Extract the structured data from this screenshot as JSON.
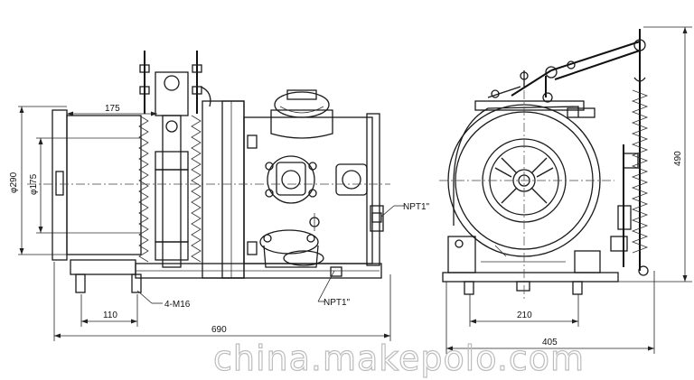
{
  "dimensions": {
    "d175_top": "175",
    "dia290": "φ290",
    "dia175": "φ175",
    "bolts": "4-M16",
    "d110": "110",
    "d690": "690",
    "npt_right": "NPT1\"",
    "npt_bottom": "NPT1\"",
    "d210": "210",
    "d405": "405",
    "d490": "490"
  },
  "watermark": "china.makepolo.com",
  "colors": {
    "line": "#1a1a1a",
    "watermark": "#bdbdbd"
  }
}
